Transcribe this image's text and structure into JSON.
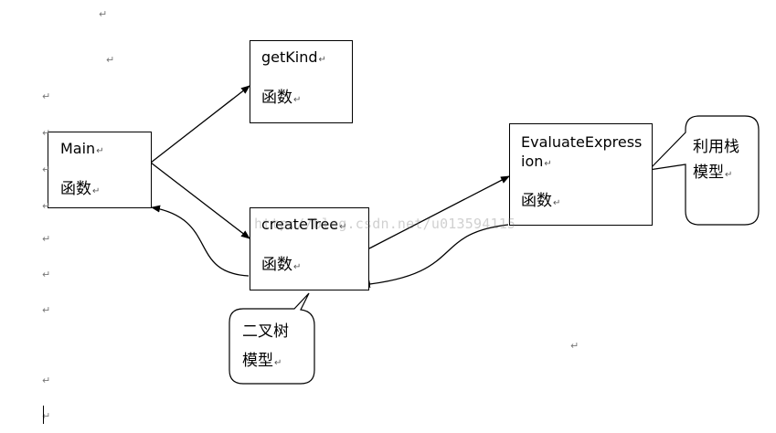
{
  "boxes": {
    "main": {
      "title": "Main",
      "sub": "函数"
    },
    "getkind": {
      "title": "getKind",
      "sub": "函数"
    },
    "createtree": {
      "title": "createTree",
      "sub": "函数"
    },
    "evaluate": {
      "title_line1": "EvaluateExpress",
      "title_line2": "ion",
      "sub": "函数"
    }
  },
  "callouts": {
    "tree": {
      "line1": "二叉树",
      "line2": "模型"
    },
    "stack": {
      "line1": "利用栈",
      "line2": "模型"
    }
  },
  "paragraph_mark": "↵",
  "watermark": "http://blog.csdn.net/u013594115"
}
